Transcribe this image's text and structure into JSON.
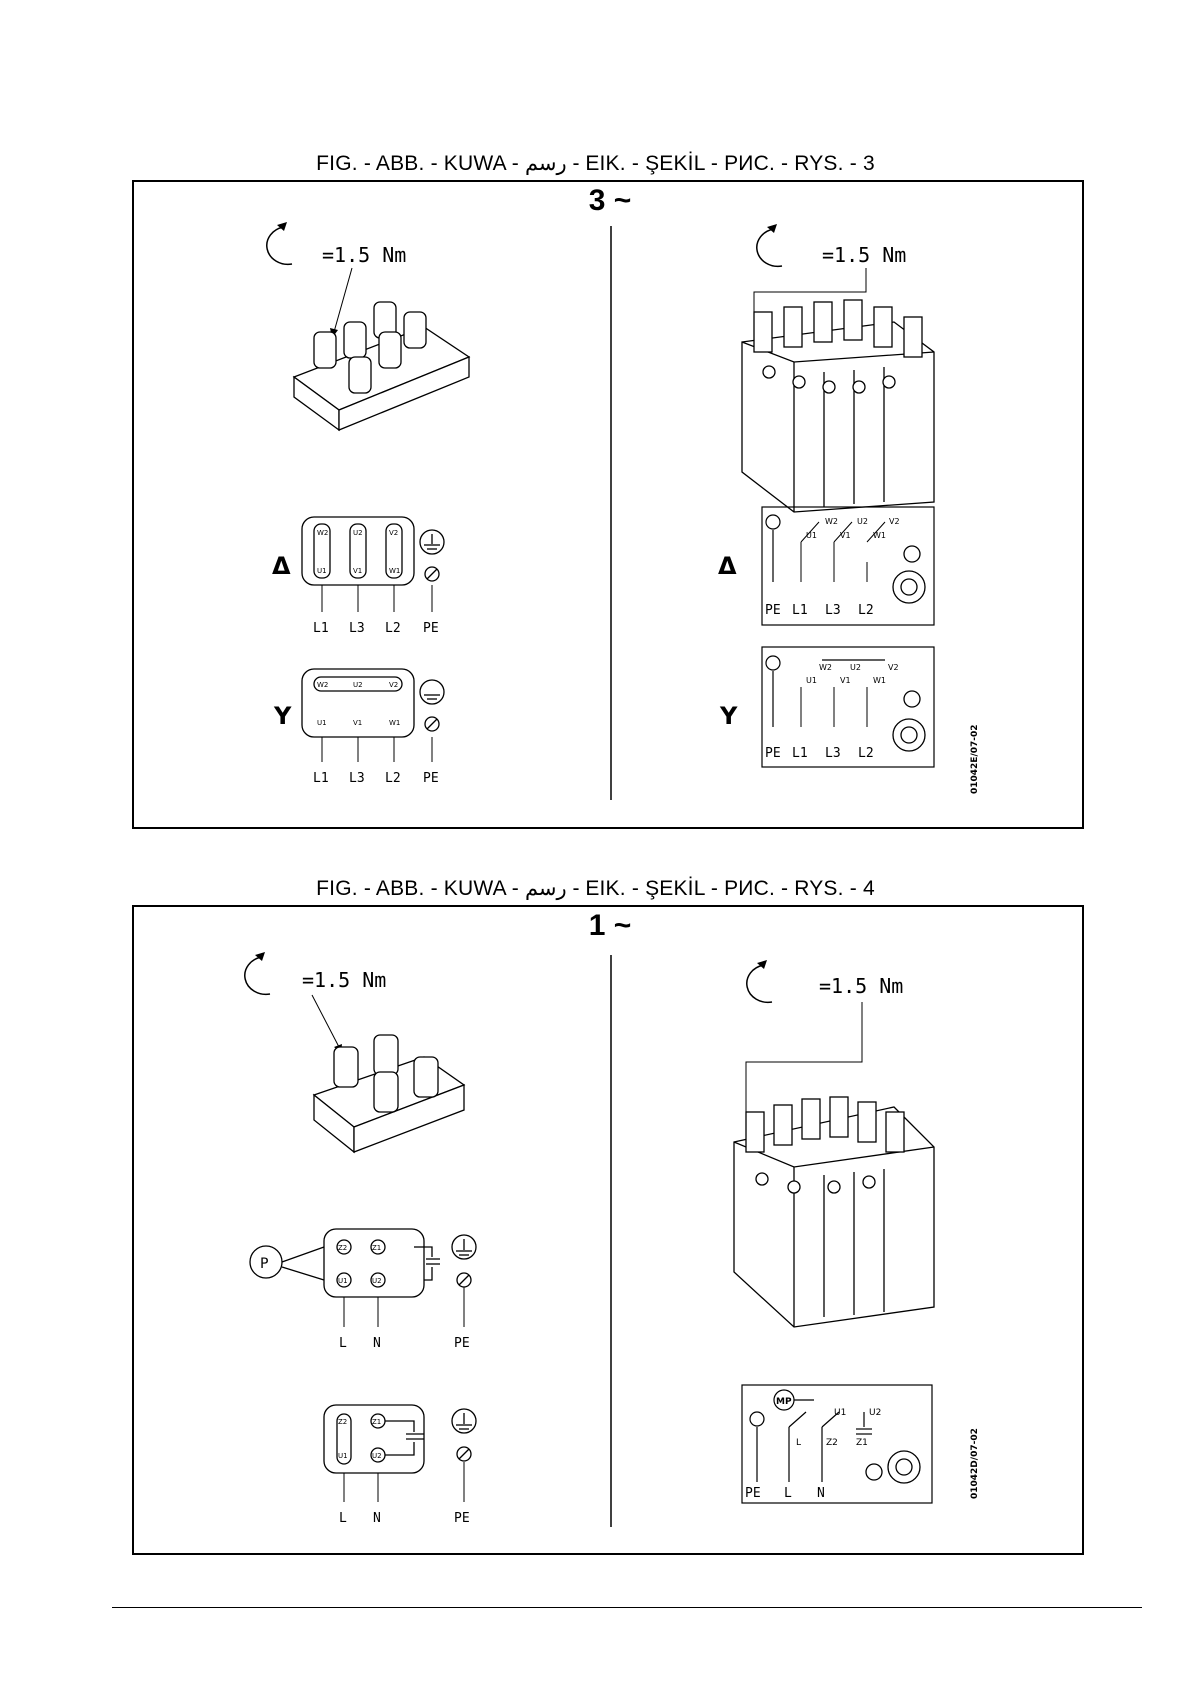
{
  "fig3": {
    "caption": "FIG. - ABB. - KUWA - رسم - EIK. - ŞEKİL - РИС. - RYS. - 3",
    "phase": "3 ~",
    "torque": "=1.5 Nm",
    "delta": {
      "symbol": "Δ",
      "top_terminals": [
        "W2",
        "U2",
        "V2"
      ],
      "bottom_terminals": [
        "U1",
        "V1",
        "W1"
      ],
      "lines": [
        "L1",
        "L3",
        "L2",
        "PE"
      ]
    },
    "star": {
      "symbol": "Y",
      "top_terminals": [
        "W2",
        "U2",
        "V2"
      ],
      "bottom_terminals": [
        "U1",
        "V1",
        "W1"
      ],
      "lines": [
        "L1",
        "L3",
        "L2",
        "PE"
      ]
    },
    "right_delta": {
      "top_labels": [
        "W2",
        "U2",
        "V2"
      ],
      "bottom_labels": [
        "U1",
        "V1",
        "W1"
      ],
      "lines": [
        "PE",
        "L1",
        "L3",
        "L2"
      ]
    },
    "right_star": {
      "top_labels": [
        "W2",
        "U2",
        "V2"
      ],
      "bottom_labels": [
        "U1",
        "V1",
        "W1"
      ],
      "lines": [
        "PE",
        "L1",
        "L3",
        "L2"
      ]
    },
    "code": "01042E/07-02"
  },
  "fig4": {
    "caption": "FIG. - ABB. - KUWA - رسم - EIK. - ŞEKİL - РИС. - RYS. - 4",
    "phase": "1 ~",
    "torque": "=1.5 Nm",
    "diag1": {
      "protector": "P",
      "top_terminals": [
        "Z2",
        "Z1"
      ],
      "bottom_terminals": [
        "U1",
        "U2"
      ],
      "lines": [
        "L",
        "N",
        "PE"
      ]
    },
    "diag2": {
      "top_terminals": [
        "Z2",
        "Z1"
      ],
      "bottom_terminals": [
        "U1",
        "U2"
      ],
      "lines": [
        "L",
        "N",
        "PE"
      ]
    },
    "right": {
      "mp": "MP",
      "labels": [
        "U1",
        "U2",
        "L",
        "Z2",
        "Z1"
      ],
      "lines": [
        "PE",
        "L",
        "N"
      ]
    },
    "code": "01042D/07-02"
  }
}
